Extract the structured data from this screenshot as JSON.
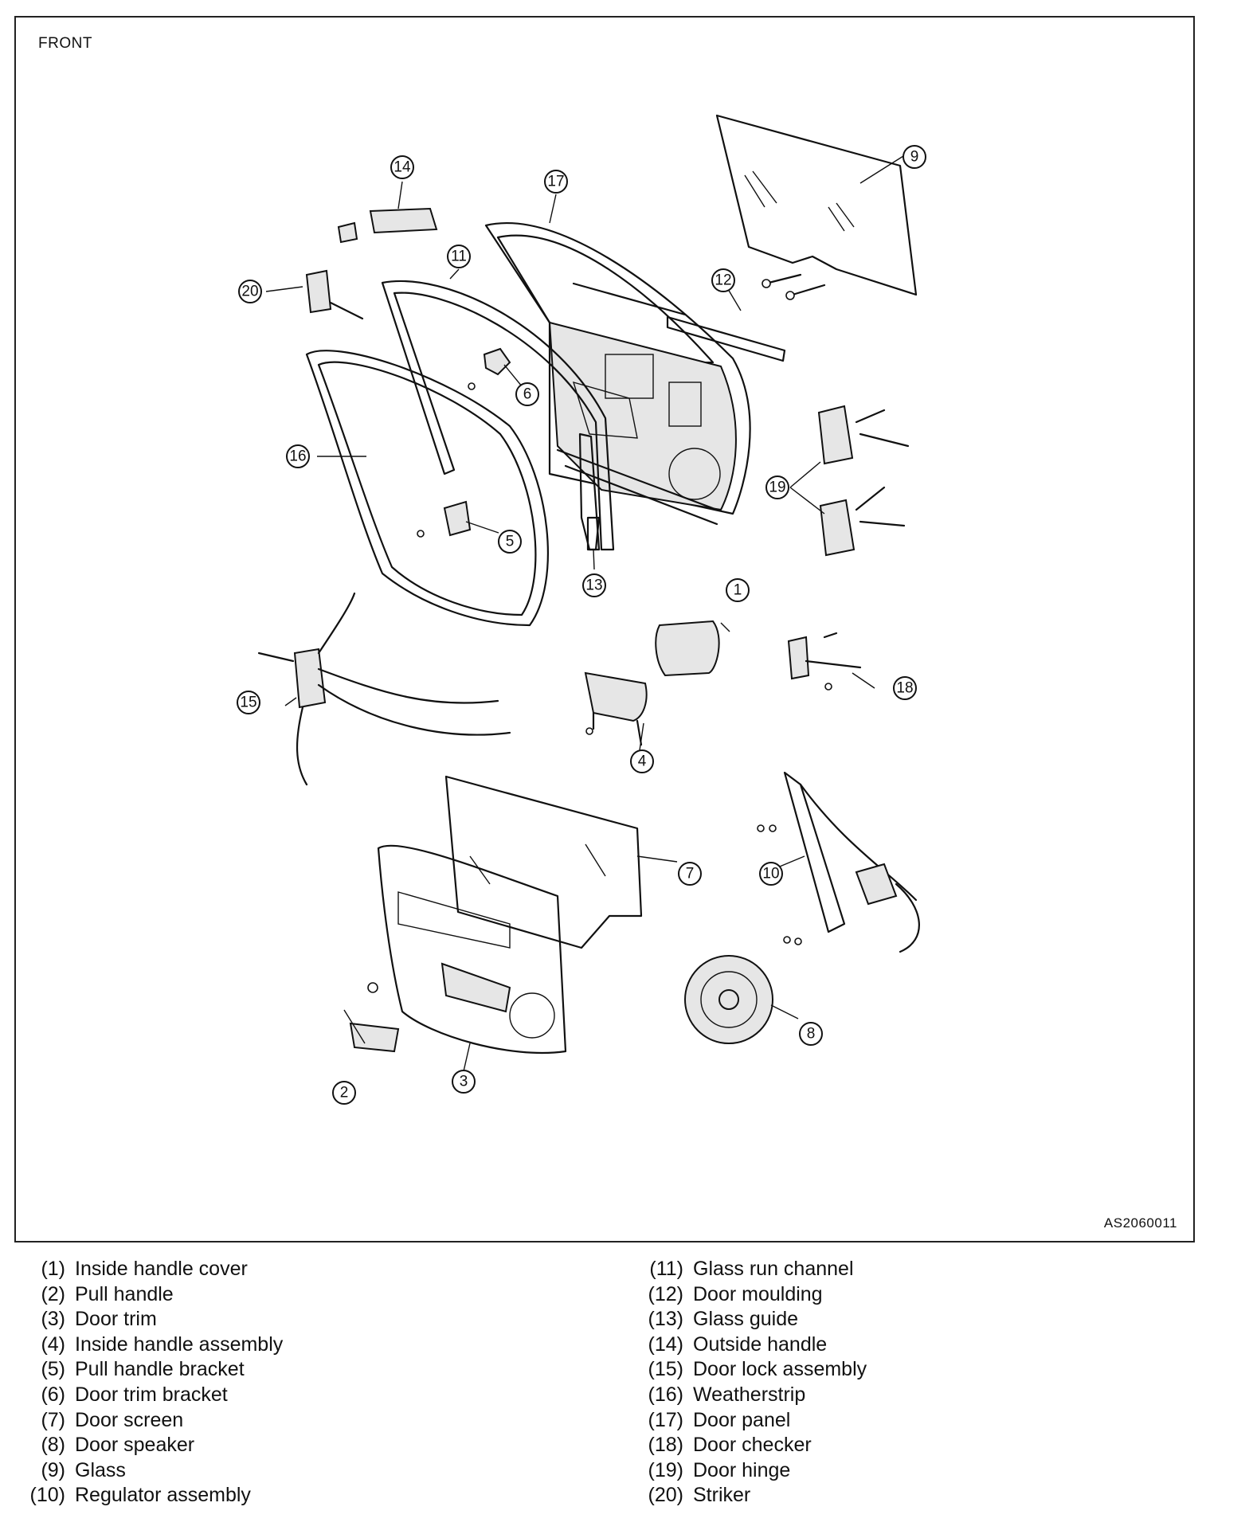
{
  "diagram": {
    "orientation_label": "FRONT",
    "figure_id": "AS2060011"
  },
  "callouts": [
    {
      "num": "1"
    },
    {
      "num": "2"
    },
    {
      "num": "3"
    },
    {
      "num": "4"
    },
    {
      "num": "5"
    },
    {
      "num": "6"
    },
    {
      "num": "7"
    },
    {
      "num": "8"
    },
    {
      "num": "9"
    },
    {
      "num": "10"
    },
    {
      "num": "11"
    },
    {
      "num": "12"
    },
    {
      "num": "13"
    },
    {
      "num": "14"
    },
    {
      "num": "15"
    },
    {
      "num": "16"
    },
    {
      "num": "17"
    },
    {
      "num": "18"
    },
    {
      "num": "19"
    },
    {
      "num": "20"
    }
  ],
  "legend": {
    "left": [
      {
        "num": "(1)",
        "label": "Inside handle cover"
      },
      {
        "num": "(2)",
        "label": "Pull handle"
      },
      {
        "num": "(3)",
        "label": "Door trim"
      },
      {
        "num": "(4)",
        "label": "Inside handle assembly"
      },
      {
        "num": "(5)",
        "label": "Pull handle bracket"
      },
      {
        "num": "(6)",
        "label": "Door trim bracket"
      },
      {
        "num": "(7)",
        "label": "Door screen"
      },
      {
        "num": "(8)",
        "label": "Door speaker"
      },
      {
        "num": "(9)",
        "label": "Glass"
      },
      {
        "num": "(10)",
        "label": "Regulator assembly"
      }
    ],
    "right": [
      {
        "num": "(11)",
        "label": "Glass run channel"
      },
      {
        "num": "(12)",
        "label": "Door moulding"
      },
      {
        "num": "(13)",
        "label": "Glass guide"
      },
      {
        "num": "(14)",
        "label": "Outside handle"
      },
      {
        "num": "(15)",
        "label": "Door lock assembly"
      },
      {
        "num": "(16)",
        "label": "Weatherstrip"
      },
      {
        "num": "(17)",
        "label": "Door panel"
      },
      {
        "num": "(18)",
        "label": "Door checker"
      },
      {
        "num": "(19)",
        "label": "Door hinge"
      },
      {
        "num": "(20)",
        "label": "Striker"
      }
    ]
  }
}
